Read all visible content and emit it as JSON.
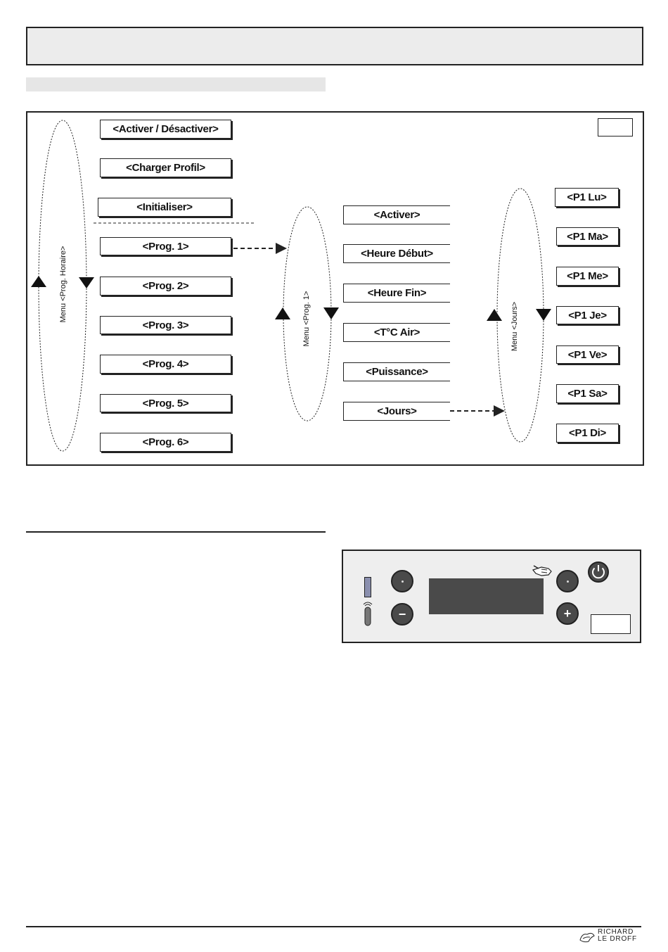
{
  "left_menu": {
    "label": "Menu <Prog. Horaire>",
    "items": [
      "<Activer / Désactiver>",
      "<Charger Profil>",
      "<Initialiser>",
      "<Prog. 1>",
      "<Prog. 2>",
      "<Prog. 3>",
      "<Prog. 4>",
      "<Prog. 5>",
      "<Prog. 6>"
    ]
  },
  "middle_menu": {
    "label": "Menu <Prog. 1>",
    "items": [
      "<Activer>",
      "<Heure Début>",
      "<Heure Fin>",
      "<T°C Air>",
      "<Puissance>",
      "<Jours>"
    ]
  },
  "right_menu": {
    "label": "Menu <Jours>",
    "items": [
      "<P1 Lu>",
      "<P1 Ma>",
      "<P1 Me>",
      "<P1 Je>",
      "<P1 Ve>",
      "<P1 Sa>",
      "<P1 Di>"
    ]
  },
  "control_panel": {
    "icons": [
      "hand-pointer-icon",
      "power-icon",
      "minus-icon",
      "plus-icon"
    ]
  },
  "footer": {
    "brand_line1": "RICHARD",
    "brand_line2": "LE DROFF"
  },
  "colors": {
    "screen": "#4a4a4a",
    "knob": "#4a4a4a",
    "indicator": "#8a8fae"
  }
}
